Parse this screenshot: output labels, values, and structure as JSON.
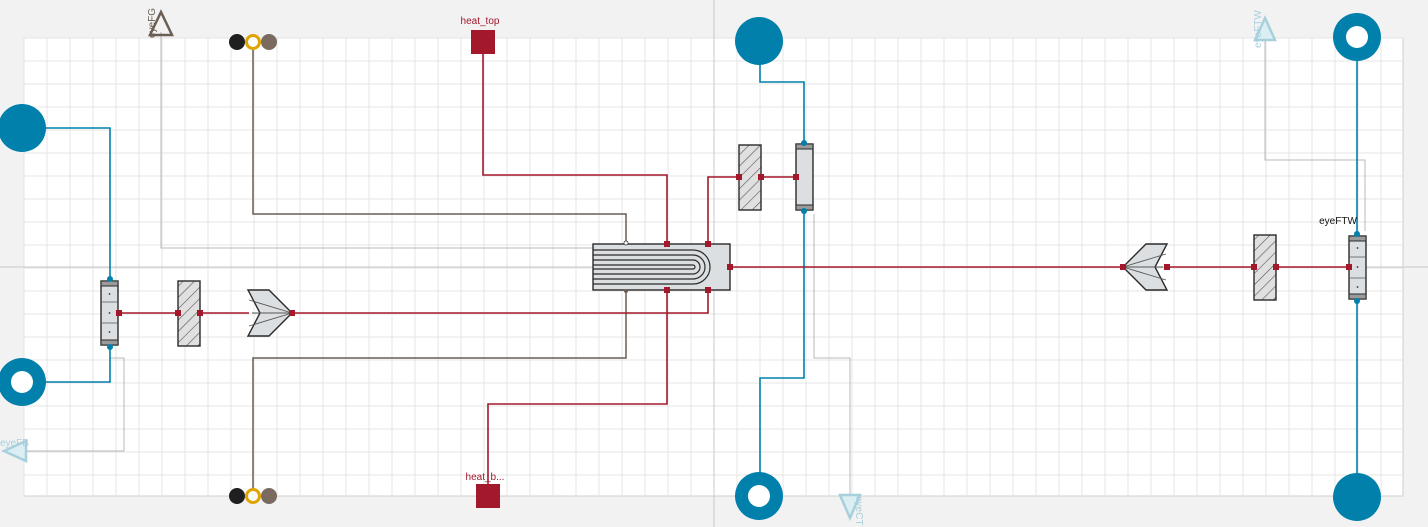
{
  "labels": {
    "heat_top": "heat_top",
    "heat_bottom": "heat_b...",
    "eye_fg": "eyeFG",
    "eye_ftw_top": "eyeFTW",
    "eye_ftw_side": "eyeFTW",
    "eye_fb": "eyeFB",
    "eye_ct": "eyeCT"
  },
  "colors": {
    "water": "#0080ab",
    "heat": "#a3192b",
    "flue_gas": "#6b5e52",
    "signal": "#b8b8b8",
    "eye": "#a8d0dc",
    "canvas": "#ffffff",
    "background": "#f2f2f2",
    "grid": "#e4e4e4",
    "component_fill": "#dcdfe1",
    "component_stroke": "#2a2a2a",
    "fg_black": "#1f1f1f",
    "fg_yellow": "#e0a400",
    "fg_grey": "#7a6a60"
  }
}
